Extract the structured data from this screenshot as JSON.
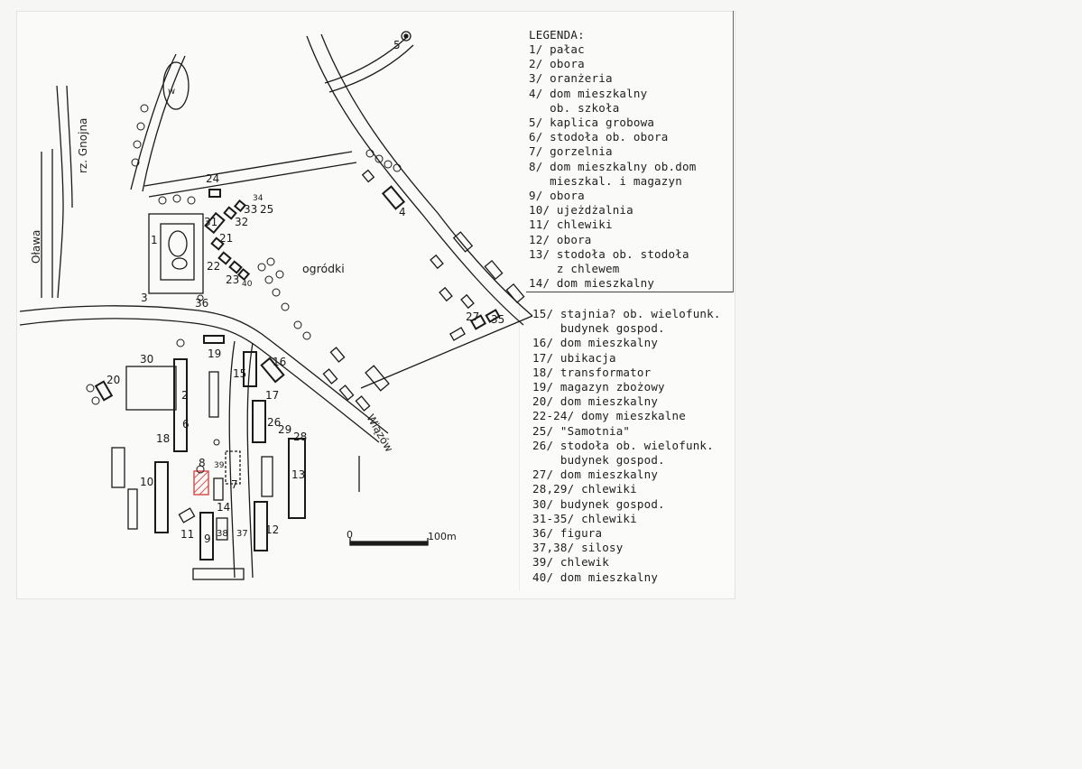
{
  "legend": {
    "title": "LEGENDA:",
    "items": [
      "1/ pałac",
      "2/ obora",
      "3/ oranżeria",
      "4/ dom mieszkalny",
      "   ob. szkoła",
      "5/ kaplica grobowa",
      "6/ stodoła ob. obora",
      "7/ gorzelnia",
      "8/ dom mieszkalny ob.dom",
      "   mieszkal. i magazyn",
      "9/ obora",
      "10/ ujeżdżalnia",
      "11/ chlewiki",
      "12/ obora",
      "13/ stodoła ob. stodoła",
      "    z chlewem",
      "14/ dom mieszkalny"
    ],
    "items2": [
      "15/ stajnia? ob. wielofunk.",
      "    budynek gospod.",
      "16/ dom mieszkalny",
      "17/ ubikacja",
      "18/ transformator",
      "19/ magazyn zbożowy",
      "20/ dom mieszkalny",
      "22-24/ domy mieszkalne",
      "25/ \"Samotnia\"",
      "26/ stodoła ob. wielofunk.",
      "    budynek gospod.",
      "27/ dom mieszkalny",
      "28,29/ chlewiki",
      "30/ budynek gospod.",
      "31-35/ chlewiki",
      "36/ figura",
      "37,38/ silosy",
      "39/ chlewik",
      "40/ dom mieszkalny"
    ]
  },
  "map": {
    "river_label": "rz. Gnojna",
    "road_label_left": "Oława",
    "road_label_right": "Wiązów",
    "garden_label": "ogródki",
    "pond_label": "w",
    "scale_start": "0",
    "scale_end": "100m",
    "building_numbers": [
      "1",
      "2",
      "3",
      "4",
      "5",
      "6",
      "7",
      "8",
      "9",
      "10",
      "11",
      "12",
      "13",
      "14",
      "15",
      "16",
      "17",
      "18",
      "19",
      "20",
      "21",
      "22",
      "23",
      "24",
      "25",
      "26",
      "27",
      "28",
      "29",
      "30",
      "31",
      "32",
      "33",
      "34",
      "35",
      "36",
      "37",
      "38",
      "39",
      "40"
    ]
  },
  "colors": {
    "ink": "#1a1a1a",
    "highlight": "#d9534f",
    "paper": "#fafaf8"
  }
}
